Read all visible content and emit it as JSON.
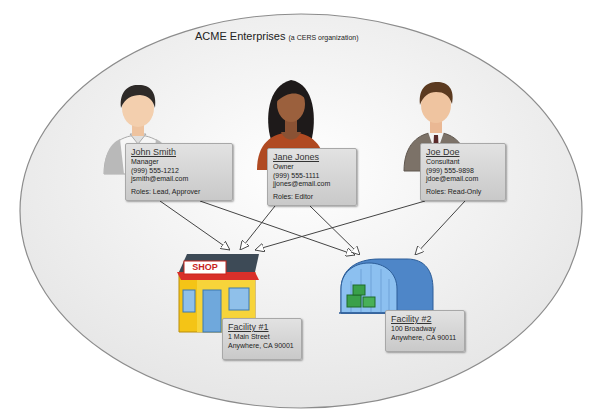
{
  "diagram": {
    "nodes": [
      {
        "text": [
          "ACME Enterprises",
          "(a CERS organization)"
        ]
      },
      {
        "text": [
          "John Smith",
          "Manager",
          "(999) 555-1212",
          "jsmith@email.com",
          "Roles: Lead, Approver"
        ],
        "in": 0
      },
      {
        "text": [
          "Jane Jones",
          "Owner",
          "(999) 555-1111",
          "jjones@email.com",
          "Roles: Editor"
        ],
        "in": 0
      },
      {
        "text": [
          "Joe Doe",
          "Consultant",
          "(999) 555-9898",
          "jdoe@email.com",
          "Roles: Read-Only"
        ],
        "in": 0
      },
      {
        "text": [
          "Facility #1",
          "1 Main Street",
          "Anywhere, CA 90001"
        ],
        "in": 0
      },
      {
        "text": [
          "Facility #2",
          "100 Broadway",
          "Anywhere, CA 90011"
        ],
        "in": 0
      }
    ],
    "edges": [
      {
        "from": 1,
        "to": 4,
        "arrow": "to"
      },
      {
        "from": 1,
        "to": 5,
        "arrow": "to"
      },
      {
        "from": 2,
        "to": 4,
        "arrow": "to"
      },
      {
        "from": 2,
        "to": 5,
        "arrow": "to"
      },
      {
        "from": 3,
        "to": 4,
        "arrow": "to"
      },
      {
        "from": 3,
        "to": 5,
        "arrow": "to"
      }
    ],
    "labels": [
      "SHOP"
    ]
  }
}
